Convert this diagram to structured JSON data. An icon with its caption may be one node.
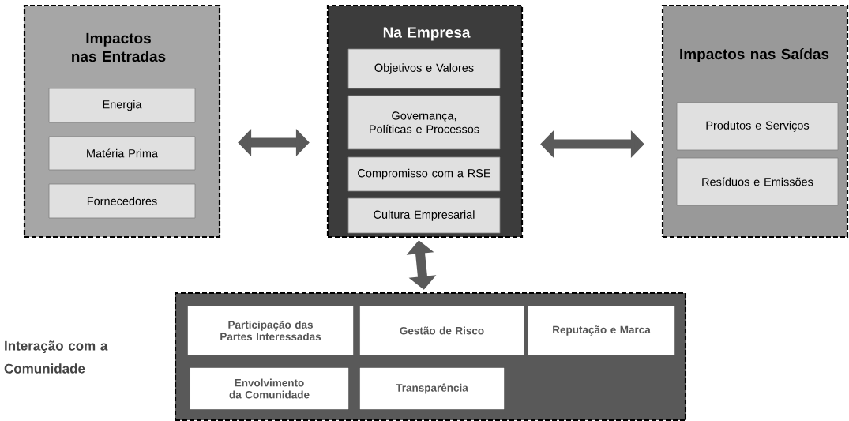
{
  "diagram": {
    "nodes": [
      {
        "text": [
          "Impactos nas Entradas"
        ]
      },
      {
        "text": [
          "Energia"
        ],
        "in": 0
      },
      {
        "text": [
          "Matéria Prima"
        ],
        "in": 0
      },
      {
        "text": [
          "Fornecedores"
        ],
        "in": 0
      },
      {
        "text": [
          "Na Empresa"
        ]
      },
      {
        "text": [
          "Objetivos e Valores"
        ],
        "in": 4
      },
      {
        "text": [
          "Governança, Políticas e Processos"
        ],
        "in": 4
      },
      {
        "text": [
          "Compromisso com a RSE"
        ],
        "in": 4
      },
      {
        "text": [
          "Cultura Empresarial"
        ],
        "in": 4
      },
      {
        "text": [
          "Impactos nas Saídas"
        ]
      },
      {
        "text": [
          "Produtos e Serviços"
        ],
        "in": 9
      },
      {
        "text": [
          "Resíduos e Emissões"
        ],
        "in": 9
      },
      {
        "text": [
          "Interação com a Comunidade"
        ]
      },
      {
        "text": [
          "Participação das Partes Interessadas"
        ],
        "in": 12
      },
      {
        "text": [
          "Gestão de Risco"
        ],
        "in": 12
      },
      {
        "text": [
          "Reputação e Marca"
        ],
        "in": 12
      },
      {
        "text": [
          "Envolvimento da Comunidade"
        ],
        "in": 12
      },
      {
        "text": [
          "Transparência"
        ],
        "in": 12
      }
    ],
    "edges": [
      {
        "from": 0,
        "to": 4,
        "arrow": "both"
      },
      {
        "from": 4,
        "to": 9,
        "arrow": "both"
      },
      {
        "from": 4,
        "to": 12,
        "arrow": "both"
      }
    ]
  }
}
